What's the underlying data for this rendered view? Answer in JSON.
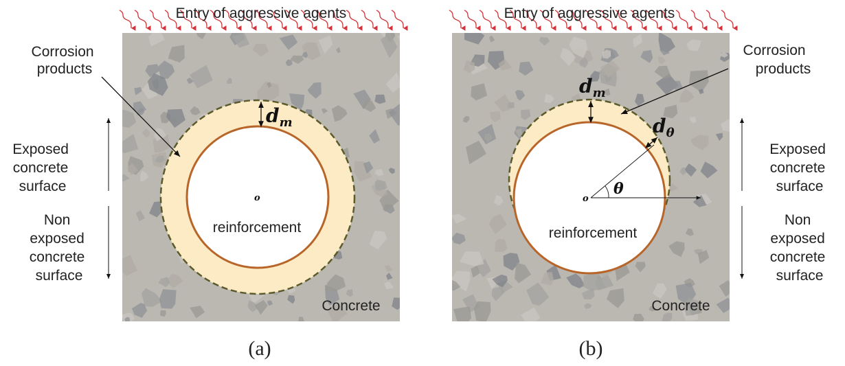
{
  "panels": [
    {
      "caption": "(a)",
      "top_label": "Entry of aggressive agents",
      "corrosion_label": [
        "Corrosion",
        "products"
      ],
      "exposed_label": [
        "Exposed",
        "concrete",
        "surface"
      ],
      "non_exposed_label": [
        "Non",
        "exposed",
        "concrete",
        "surface"
      ],
      "center_label": "o",
      "rebar_label": "reinforcement",
      "concrete_label": "Concrete",
      "dm_label": "d",
      "dm_sub": "m"
    },
    {
      "caption": "(b)",
      "top_label": "Entry of aggressive agents",
      "corrosion_label": [
        "Corrosion",
        "products"
      ],
      "exposed_label": [
        "Exposed",
        "concrete",
        "surface"
      ],
      "non_exposed_label": [
        "Non",
        "exposed",
        "concrete",
        "surface"
      ],
      "center_label": "o",
      "rebar_label": "reinforcement",
      "concrete_label": "Concrete",
      "dm_label": "d",
      "dm_sub": "m",
      "dtheta_label": "d",
      "dtheta_sub": "θ",
      "theta_label": "θ"
    }
  ],
  "colors": {
    "arrow": "#d0343a",
    "rust": "#b8652a",
    "corrosion": "#fcebc4",
    "dash": "#5a5a2a",
    "concrete": "#b9b6b0"
  }
}
